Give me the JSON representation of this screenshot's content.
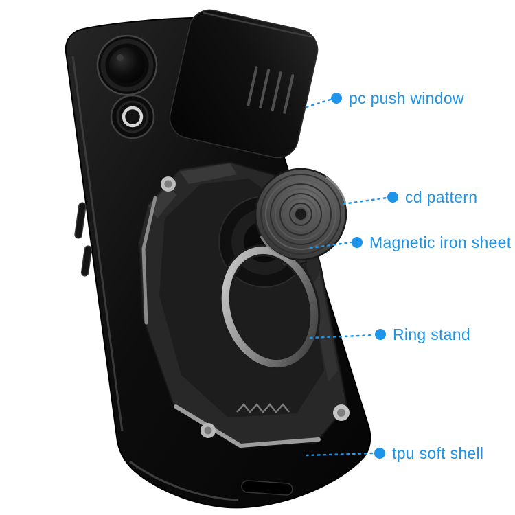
{
  "image": {
    "type": "product-feature-annotation",
    "background": "#ffffff",
    "subject": "black armor phone case with slide camera cover and ring stand"
  },
  "callouts": {
    "accent_color": "#1d93ea",
    "items": [
      {
        "id": "pc-push-window",
        "label": "pc push window"
      },
      {
        "id": "cd-pattern",
        "label": "cd pattern"
      },
      {
        "id": "magnetic-iron-sheet",
        "label": "Magnetic iron sheet"
      },
      {
        "id": "ring-stand",
        "label": "Ring stand"
      },
      {
        "id": "tpu-soft-shell",
        "label": "tpu soft shell"
      }
    ]
  },
  "illustration_colors": {
    "shell_black": "#0d0d0d",
    "plate_gray": "#282828",
    "metal_silver": "#9c9c9c"
  }
}
